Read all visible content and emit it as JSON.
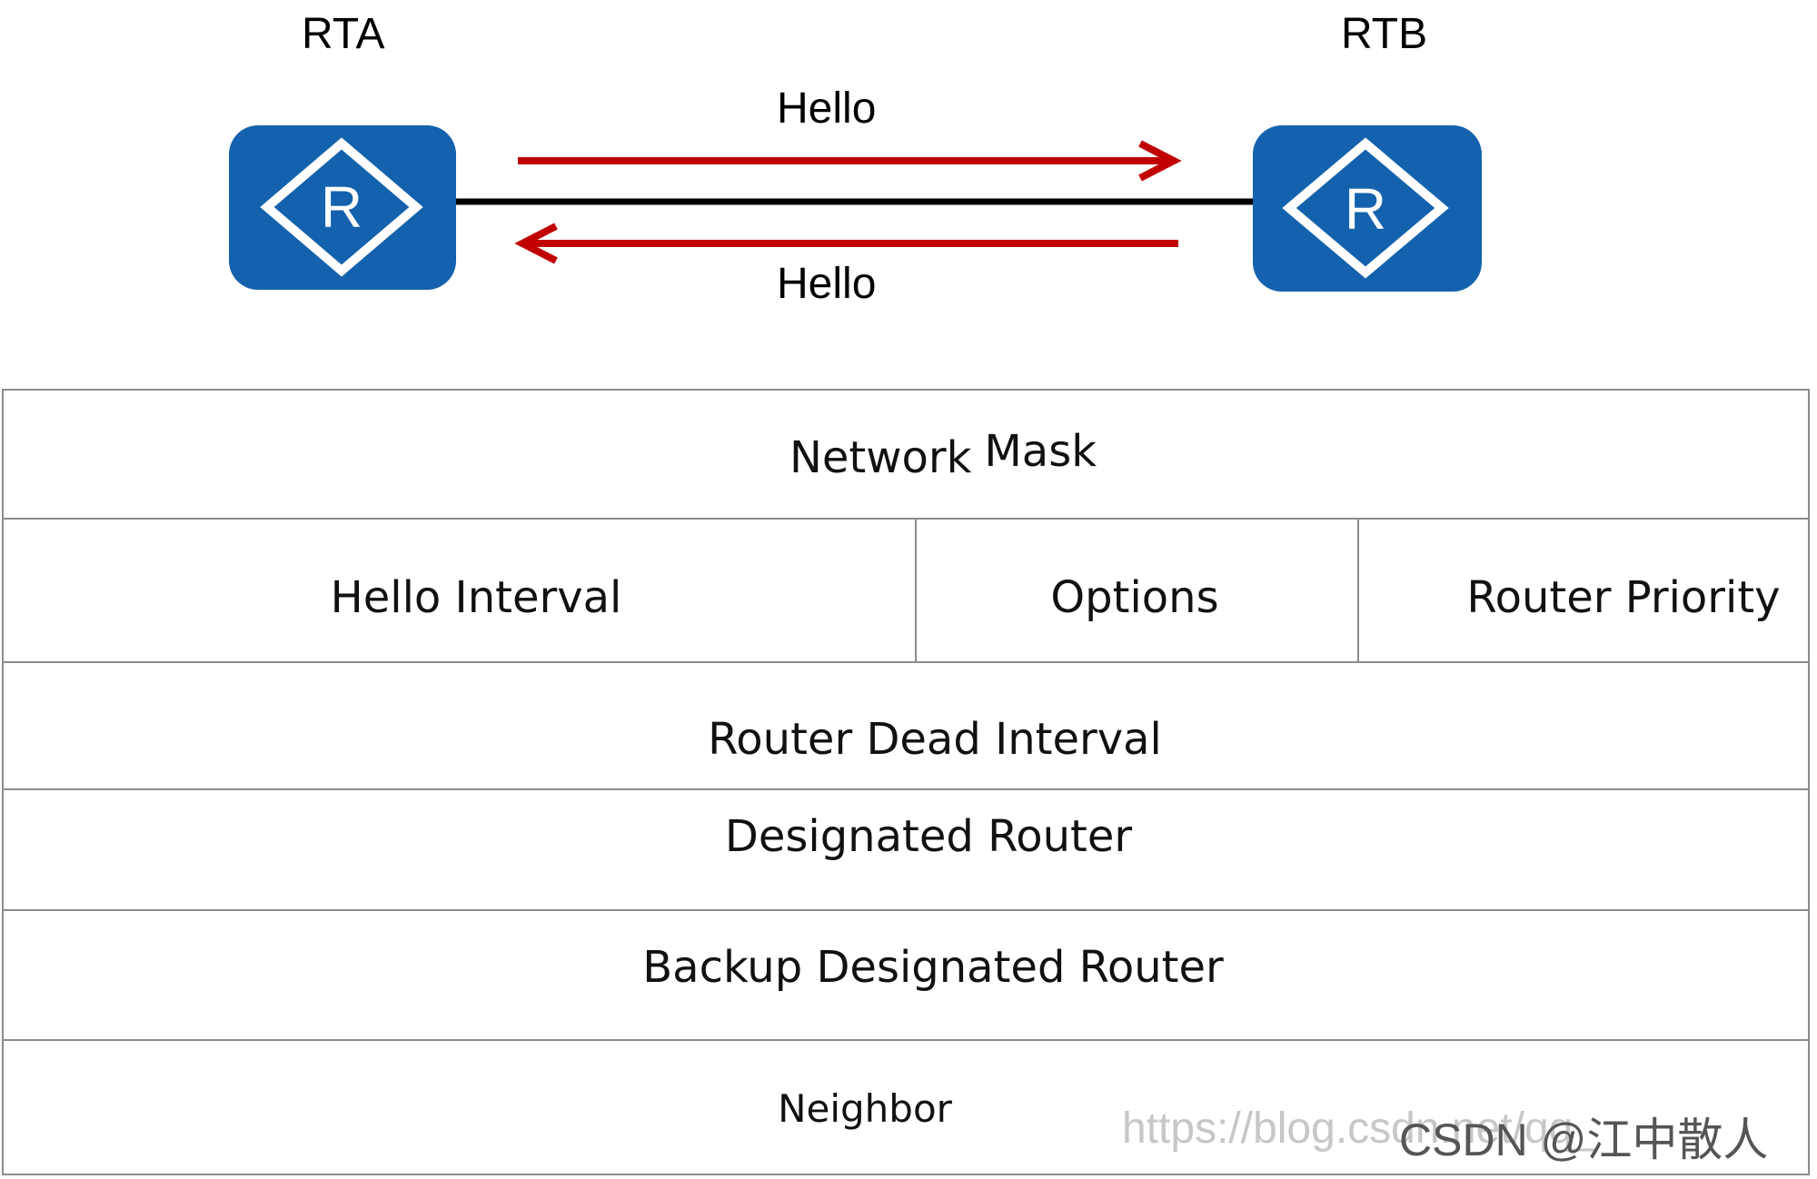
{
  "diagram": {
    "router_a": {
      "name": "RTA",
      "icon": "router-icon",
      "icon_letter": "R"
    },
    "router_b": {
      "name": "RTB",
      "icon": "router-icon",
      "icon_letter": "R"
    },
    "hello_forward": "Hello",
    "hello_backward": "Hello",
    "colors": {
      "router_fill": "#1462ad",
      "arrow": "#c00000",
      "link": "#000000"
    }
  },
  "packet_fields": {
    "network_mask": "Network Mask",
    "network_mask_word1": "Network",
    "network_mask_word2": "Mask",
    "hello_interval": "Hello Interval",
    "options": "Options",
    "router_priority": "Router Priority",
    "router_dead_interval": "Router Dead Interval",
    "designated_router": "Designated Router",
    "backup_designated_router": "Backup Designated Router",
    "neighbor": "Neighbor"
  },
  "watermark": {
    "url": "https://blog.csdn.net/qq_",
    "owner": "CSDN @江中散人"
  }
}
